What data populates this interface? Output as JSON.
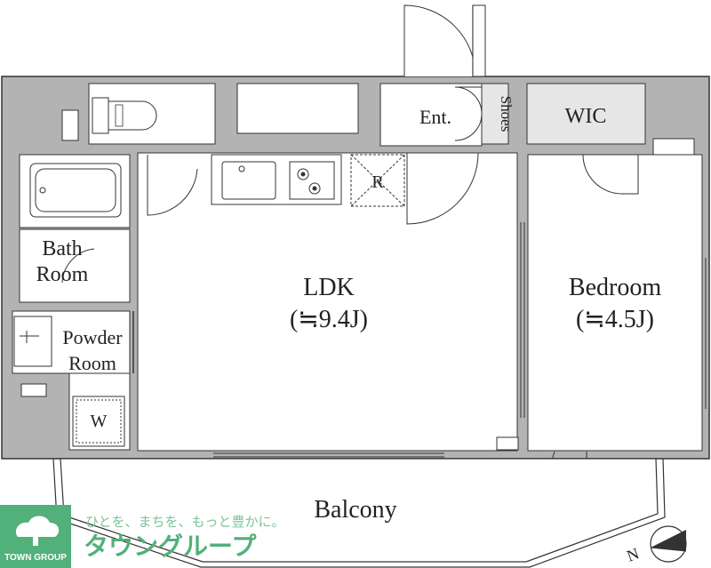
{
  "rooms": {
    "ldk": {
      "name": "LDK",
      "size": "(≒9.4J)"
    },
    "bedroom": {
      "name": "Bedroom",
      "size": "(≒4.5J)"
    },
    "bath": {
      "line1": "Bath",
      "line2": "Room"
    },
    "powder": {
      "line1": "Powder",
      "line2": "Room"
    },
    "entrance": "Ent.",
    "shoes": "Shoes",
    "wic": "WIC",
    "balcony": "Balcony",
    "refrigerator": "R",
    "washer": "W"
  },
  "compass": {
    "north": "N"
  },
  "logo": {
    "tagline": "ひとを、まちを、もっと豊かに。",
    "brand": "タウングループ",
    "brand_en": "TOWN GROUP"
  },
  "colors": {
    "wall": "#b3b3b3",
    "line": "#333333",
    "wic_fill": "#e6e6e6",
    "logo_green": "#52b07a"
  }
}
